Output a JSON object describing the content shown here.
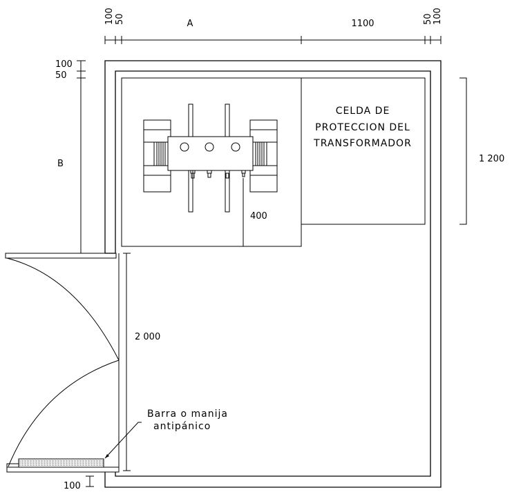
{
  "dimensions": {
    "top": {
      "d1": "100",
      "d2": "50",
      "a": "A",
      "cell": "1100",
      "d3": "50",
      "d4": "100"
    },
    "left": {
      "d1": "100",
      "d2": "50",
      "b": "B"
    },
    "right": {
      "cell_depth": "1 200"
    },
    "transformer_clearance": "400",
    "door_width": "2 000",
    "bottom_wall": "100"
  },
  "labels": {
    "cell_line1": "CELDA DE",
    "cell_line2": "PROTECCION DEL",
    "cell_line3": "TRANSFORMADOR",
    "bar_line1": "Barra o manija",
    "bar_line2": "antipánico"
  }
}
